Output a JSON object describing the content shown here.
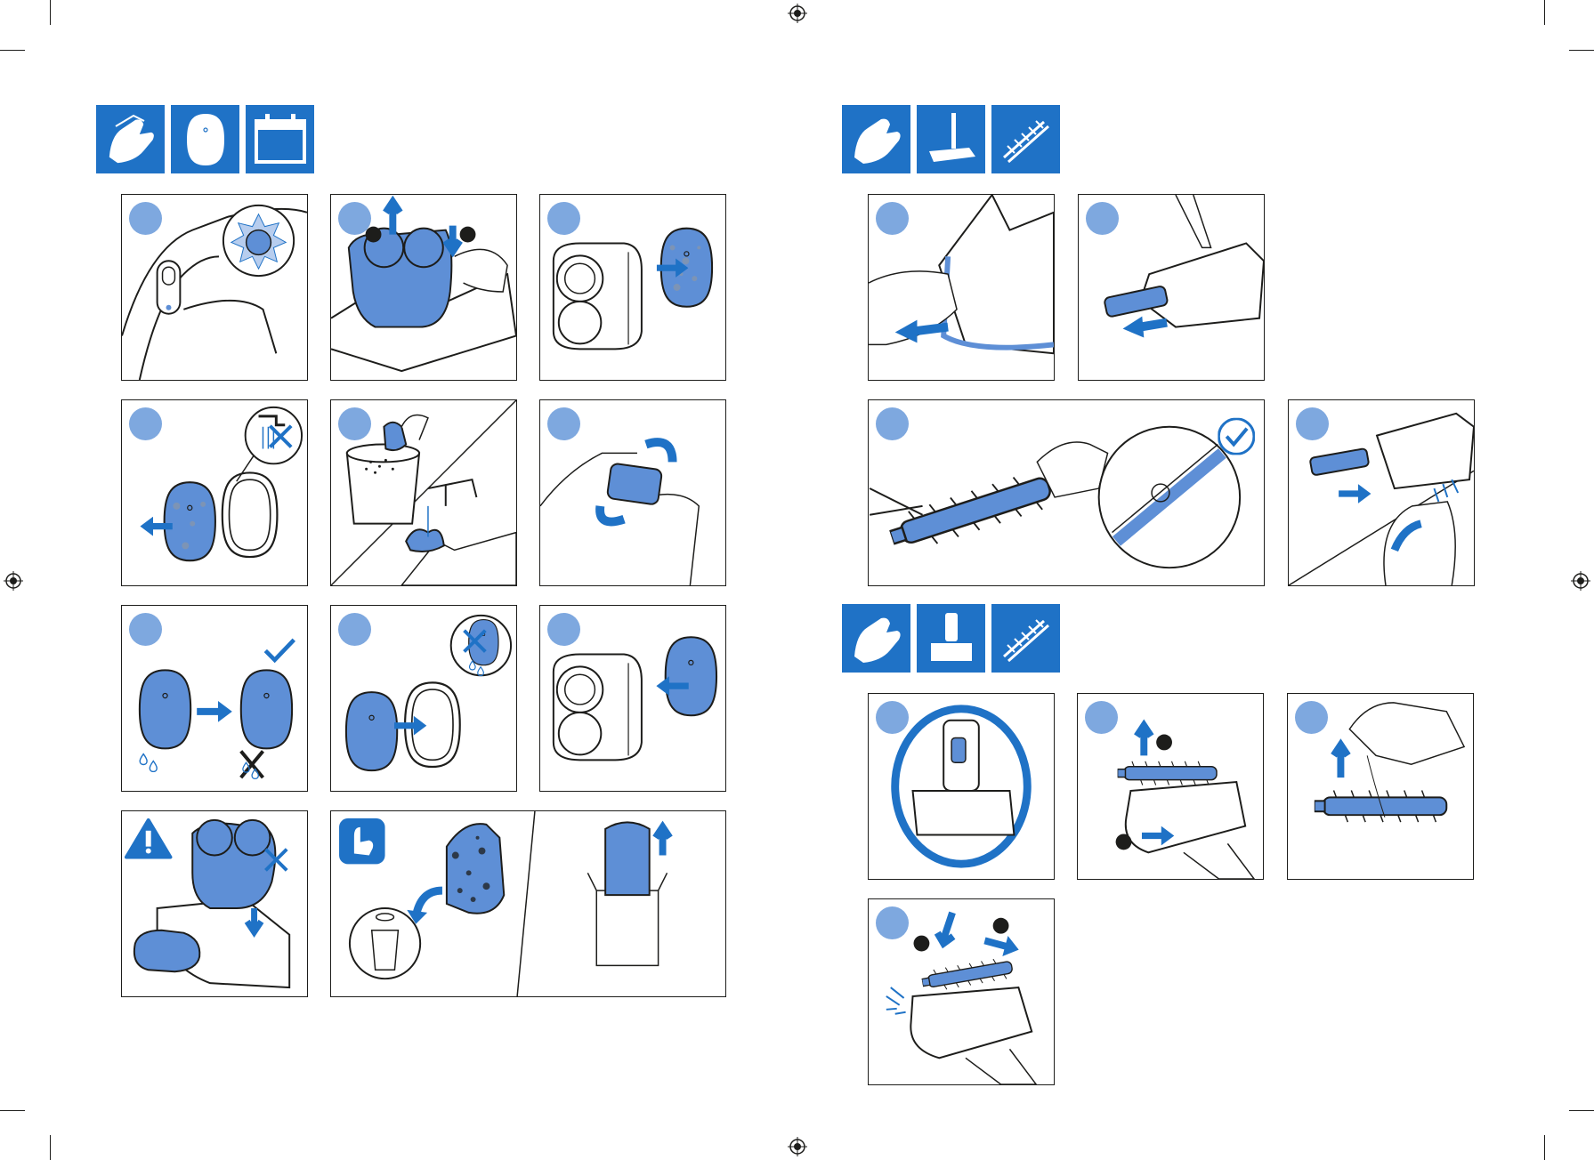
{
  "colors": {
    "brand_blue": "#1f72c6",
    "light_blue": "#7ea8df",
    "part_blue": "#5e8fd6",
    "outline": "#1d1d1b"
  },
  "left_section": {
    "header_icons": [
      "hand-wipe-icon",
      "filter-icon",
      "calendar-icon"
    ],
    "panels": [
      {
        "name": "panel-indicator-light",
        "step": ""
      },
      {
        "name": "panel-remove-dust-container",
        "step": ""
      },
      {
        "name": "panel-remove-filter",
        "step": ""
      },
      {
        "name": "panel-no-water-filter",
        "step": ""
      },
      {
        "name": "panel-tap-filter",
        "step": ""
      },
      {
        "name": "panel-rotate-filter",
        "step": ""
      },
      {
        "name": "panel-dry-filter",
        "step": ""
      },
      {
        "name": "panel-reinsert-filter",
        "step": ""
      },
      {
        "name": "panel-attach-filter",
        "step": ""
      },
      {
        "name": "panel-warning",
        "step": ""
      },
      {
        "name": "panel-replace-filter",
        "step": ""
      }
    ]
  },
  "right_section": {
    "header_icons_top": [
      "hand-wipe-icon",
      "floor-nozzle-icon",
      "brush-roll-icon"
    ],
    "header_icons_bottom": [
      "hand-wipe-icon",
      "mini-turbo-brush-icon",
      "brush-roll-icon"
    ],
    "panels": [
      {
        "name": "panel-push-release",
        "step": ""
      },
      {
        "name": "panel-remove-brush",
        "step": ""
      },
      {
        "name": "panel-cut-hair",
        "step": ""
      },
      {
        "name": "panel-reinsert-brush",
        "step": ""
      },
      {
        "name": "panel-rotate-mini-brush",
        "step": ""
      },
      {
        "name": "panel-lift-brush",
        "step": ""
      },
      {
        "name": "panel-remove-hair",
        "step": ""
      },
      {
        "name": "panel-snap-brush",
        "step": ""
      }
    ]
  }
}
